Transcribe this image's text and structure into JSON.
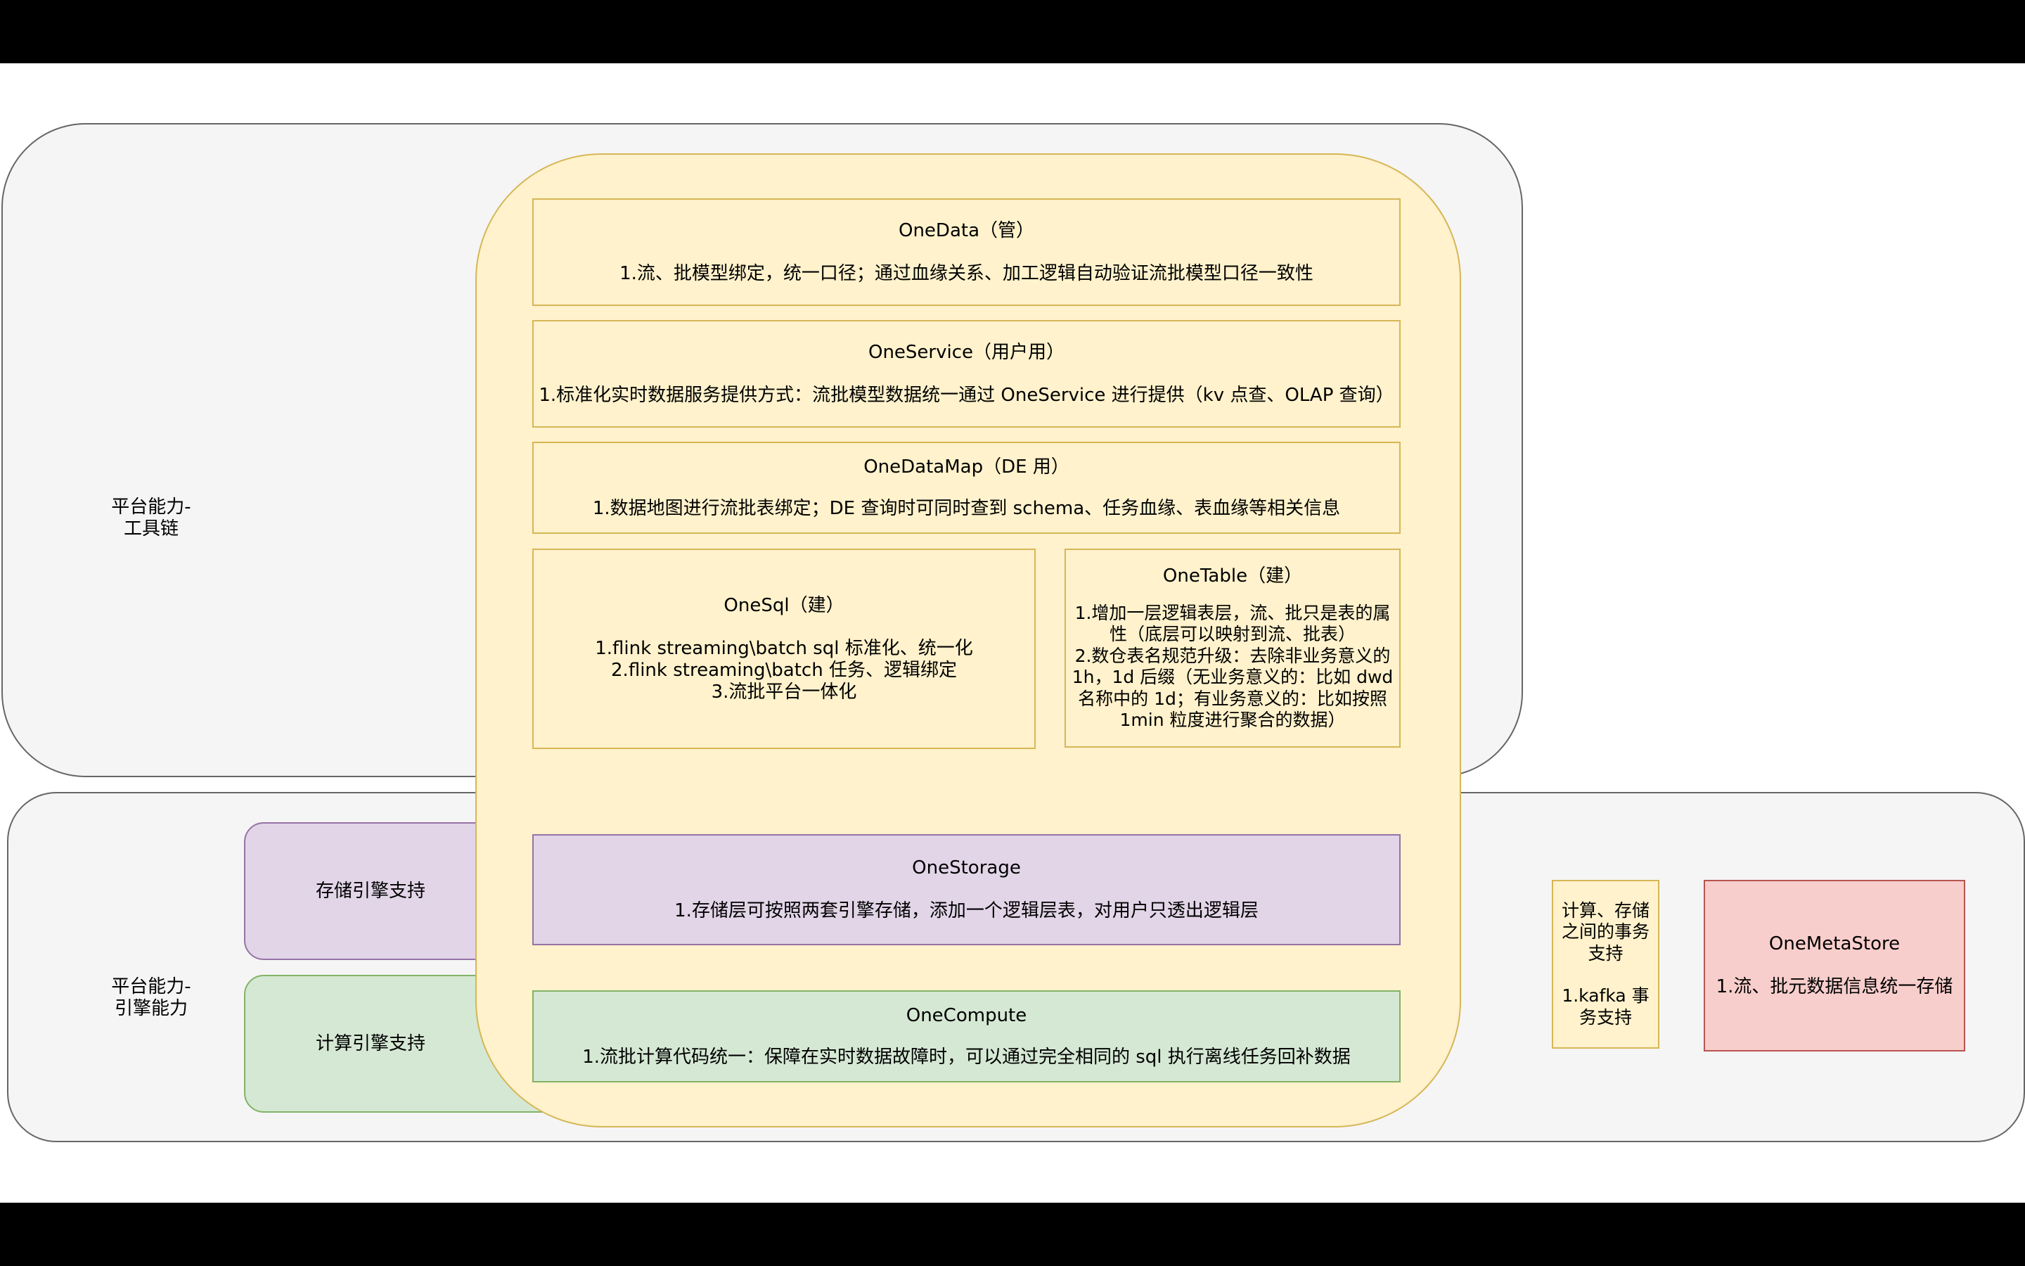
{
  "toolchain_group": {
    "label": "平台能力-\n工具链"
  },
  "engine_group": {
    "label": "平台能力-\n引擎能力"
  },
  "storage_engine": {
    "label": "存储引擎支持"
  },
  "compute_engine": {
    "label": "计算引擎支持"
  },
  "onedata": {
    "title": "OneData（管）",
    "desc": "1.流、批模型绑定，统一口径；通过血缘关系、加工逻辑自动验证流批模型口径一致性"
  },
  "oneservice": {
    "title": "OneService（用户用）",
    "desc": "1.标准化实时数据服务提供方式：流批模型数据统一通过 OneService 进行提供（kv 点查、OLAP 查询）"
  },
  "onedatamap": {
    "title": "OneDataMap（DE 用）",
    "desc": "1.数据地图进行流批表绑定；DE 查询时可同时查到 schema、任务血缘、表血缘等相关信息"
  },
  "onesql": {
    "title": "OneSql（建）",
    "desc": "1.flink streaming\\batch sql 标准化、统一化\n2.flink streaming\\batch 任务、逻辑绑定\n3.流批平台一体化"
  },
  "onetable": {
    "title": "OneTable（建）",
    "desc": "1.增加一层逻辑表层，流、批只是表的属性（底层可以映射到流、批表）\n2.数仓表名规范升级：去除非业务意义的 1h，1d 后缀（无业务意义的：比如 dwd 名称中的 1d；有业务意义的：比如按照 1min 粒度进行聚合的数据）"
  },
  "onestorage": {
    "title": "OneStorage",
    "desc": "1.存储层可按照两套引擎存储，添加一个逻辑层表，对用户只透出逻辑层"
  },
  "onecompute": {
    "title": "OneCompute",
    "desc": "1.流批计算代码统一：保障在实时数据故障时，可以通过完全相同的 sql 执行离线任务回补数据"
  },
  "transaction": {
    "title": "计算、存储之间的事务支持",
    "desc": "1.kafka 事务支持"
  },
  "onemetastore": {
    "title": "OneMetaStore",
    "desc": "1.流、批元数据信息统一存储"
  },
  "colors": {
    "yellow": "#fff2cc",
    "purple": "#e1d5e7",
    "green": "#d5e8d4",
    "red": "#f8cecc",
    "group": "#f5f5f5"
  }
}
